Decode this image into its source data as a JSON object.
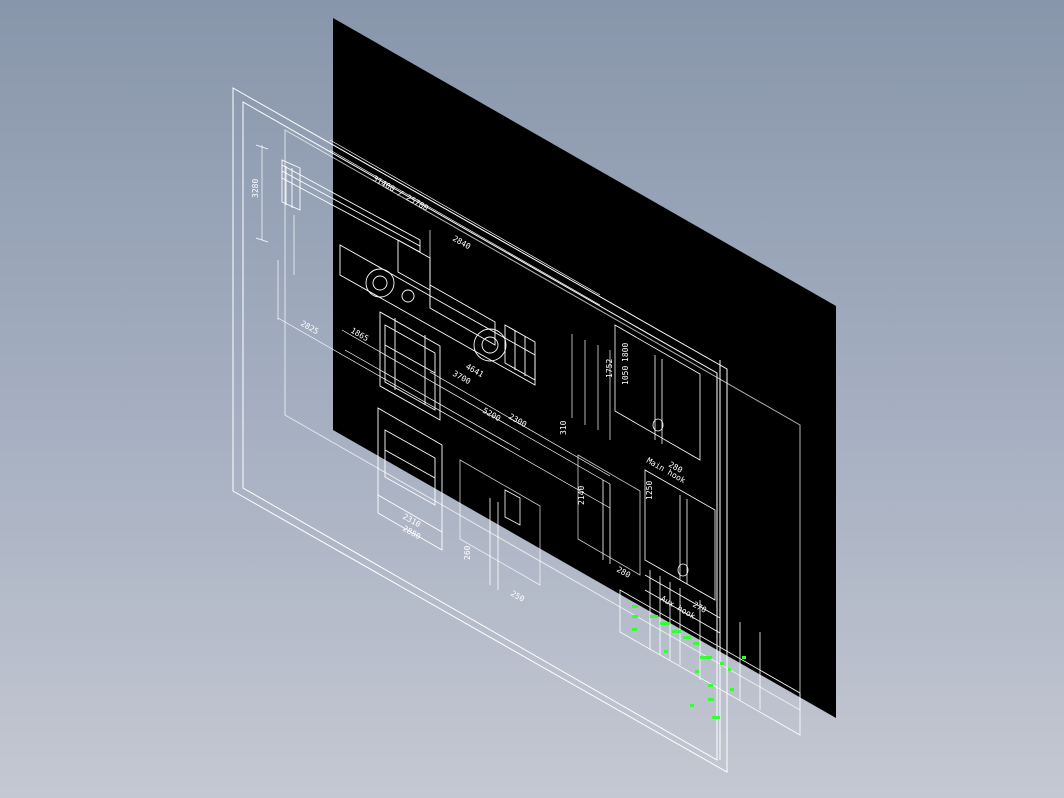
{
  "scene": {
    "background_top": "#8896ab",
    "background_bottom": "#c4c8d2",
    "sheet_color": "#000000",
    "line_color": "#ffffff",
    "accent_color": "#33ff33"
  },
  "drawing": {
    "view": "isometric-3d-sheet",
    "subject": "crane-assembly-drawing",
    "dimensions": {
      "top_total": "31400 / 25700",
      "height": "3280",
      "d1": "2840",
      "d2": "2825",
      "d3": "1865",
      "d4": "4641",
      "d5": "3700",
      "d6": "5200",
      "d7": "2300",
      "width_a": "2310",
      "width_b": "2880",
      "h1": "1800",
      "h2": "1050",
      "h3": "1752",
      "h4": "1250",
      "h5": "2140",
      "d8": "280",
      "d9": "280",
      "d10": "310",
      "d11": "270",
      "d12": "250",
      "d13": "260"
    },
    "labels": {
      "hook_a": "Main hook",
      "hook_b": "Aux hook"
    }
  }
}
